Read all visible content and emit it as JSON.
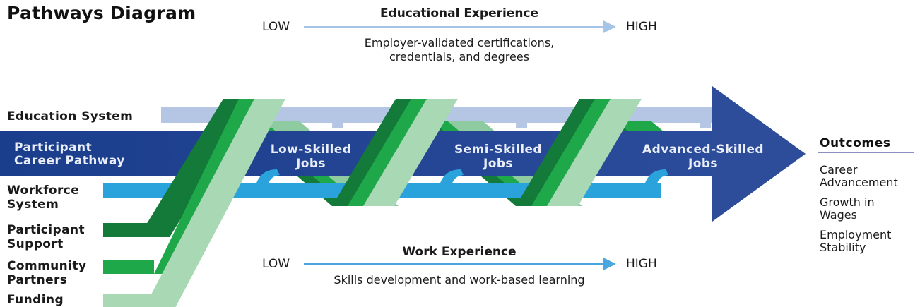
{
  "title": "Pathways Diagram",
  "educational_experience": {
    "heading": "Educational Experience",
    "low": "LOW",
    "high": "HIGH",
    "description_line1": "Employer-validated certifications,",
    "description_line2": "credentials, and degrees"
  },
  "work_experience": {
    "heading": "Work Experience",
    "low": "LOW",
    "high": "HIGH",
    "description": "Skills development and work-based learning"
  },
  "left_labels": {
    "education_system": "Education System",
    "pathway_line1": "Participant",
    "pathway_line2": "Career Pathway",
    "workforce_line1": "Workforce",
    "workforce_line2": "System",
    "support_line1": "Participant",
    "support_line2": "Support",
    "community_line1": "Community",
    "community_line2": "Partners",
    "funding": "Funding"
  },
  "jobs": [
    {
      "line1": "Low-Skilled",
      "line2": "Jobs"
    },
    {
      "line1": "Semi-Skilled",
      "line2": "Jobs"
    },
    {
      "line1": "Advanced-Skilled",
      "line2": "Jobs"
    }
  ],
  "outcomes": {
    "heading": "Outcomes",
    "items": [
      {
        "line1": "Career",
        "line2": "Advancement"
      },
      {
        "line1": "Growth in",
        "line2": "Wages"
      },
      {
        "line1": "Employment",
        "line2": "Stability"
      }
    ]
  },
  "colors": {
    "pathway_blue": "#1d3f8f",
    "arrow_head_blue": "#2d4d9b",
    "education_band": "#b5c6e4",
    "workforce_band": "#2aa3dc",
    "support_green": "#137a3a",
    "community_green": "#1fa84a",
    "funding_green": "#a9d8b4",
    "scale_line_light": "#a6c4e6",
    "scale_line_bright": "#4aa6de"
  }
}
